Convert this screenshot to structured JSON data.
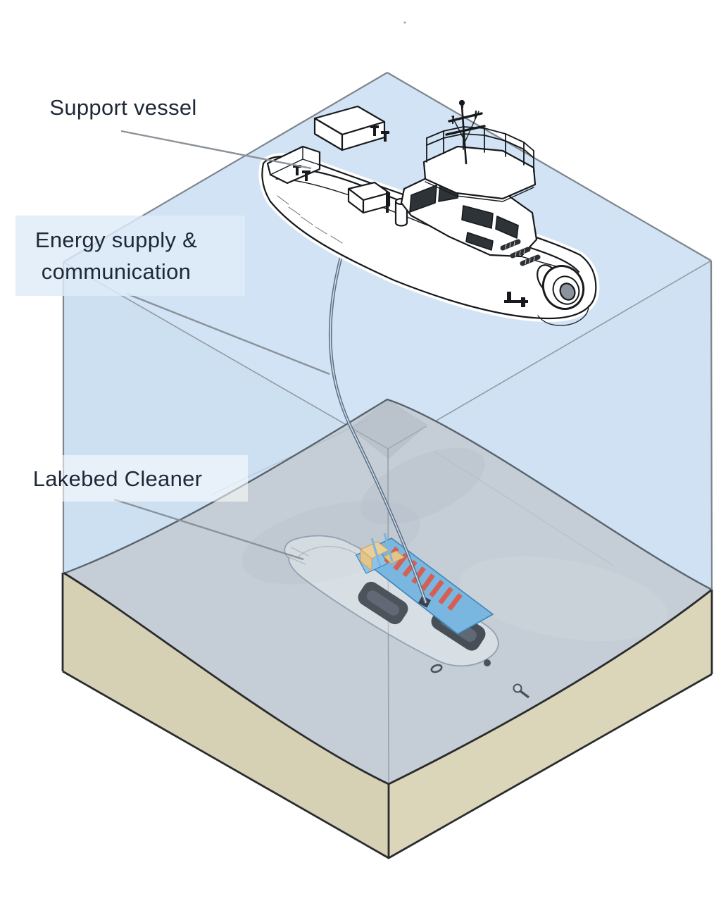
{
  "diagram": {
    "type": "isometric-technical-illustration",
    "subject": "Lakebed cleaning system: support vessel on water surface connected by umbilical to a lakebed cleaner vehicle on the lake floor",
    "labels": {
      "support_vessel": "Support vessel",
      "energy_lines": [
        "Energy supply &",
        "communication"
      ],
      "lakebed_cleaner": "Lakebed Cleaner"
    },
    "callouts": [
      {
        "label": "Support vessel",
        "points_to": "tugboat on water surface"
      },
      {
        "label": "Energy supply & communication",
        "points_to": "umbilical cable between vessel and cleaner"
      },
      {
        "label": "Lakebed Cleaner",
        "points_to": "tracked vehicle on lake floor"
      }
    ],
    "colors": {
      "water_top": "#d1e3f4",
      "water_front": "#cde0f2",
      "water_front_right": "#cfe1f3",
      "lakebed_surface": "#c5ced6",
      "lakebed_shade": "#b7c1ca",
      "sand_left": "#d6d0b4",
      "sand_right": "#dbd5ba",
      "box_edge": "#7e868d",
      "inner_edge": "#949ca4",
      "horizon": "#59646f",
      "sand_edge": "#2a2c2e",
      "leader": "#8b9298",
      "cable_outer": "#5f7184",
      "cable_inner": "#cfe0f1",
      "ship_line": "#17191c",
      "window": "#2e3338",
      "label_text": "#1e2838",
      "energy_bg": "rgba(223,235,248,0.82)",
      "overlay_bg": "rgba(255,255,255,0.55)",
      "cleaner_blue": "#79b7e1",
      "cleaner_blue_dark": "#3f85b8",
      "cleaner_red": "#dc5a4c",
      "cleaner_track": "#4c535b",
      "cleaner_tan": "#e9cf9a",
      "cleaner_hull_line": "#90a2b4",
      "debris": "#4a515a"
    }
  }
}
